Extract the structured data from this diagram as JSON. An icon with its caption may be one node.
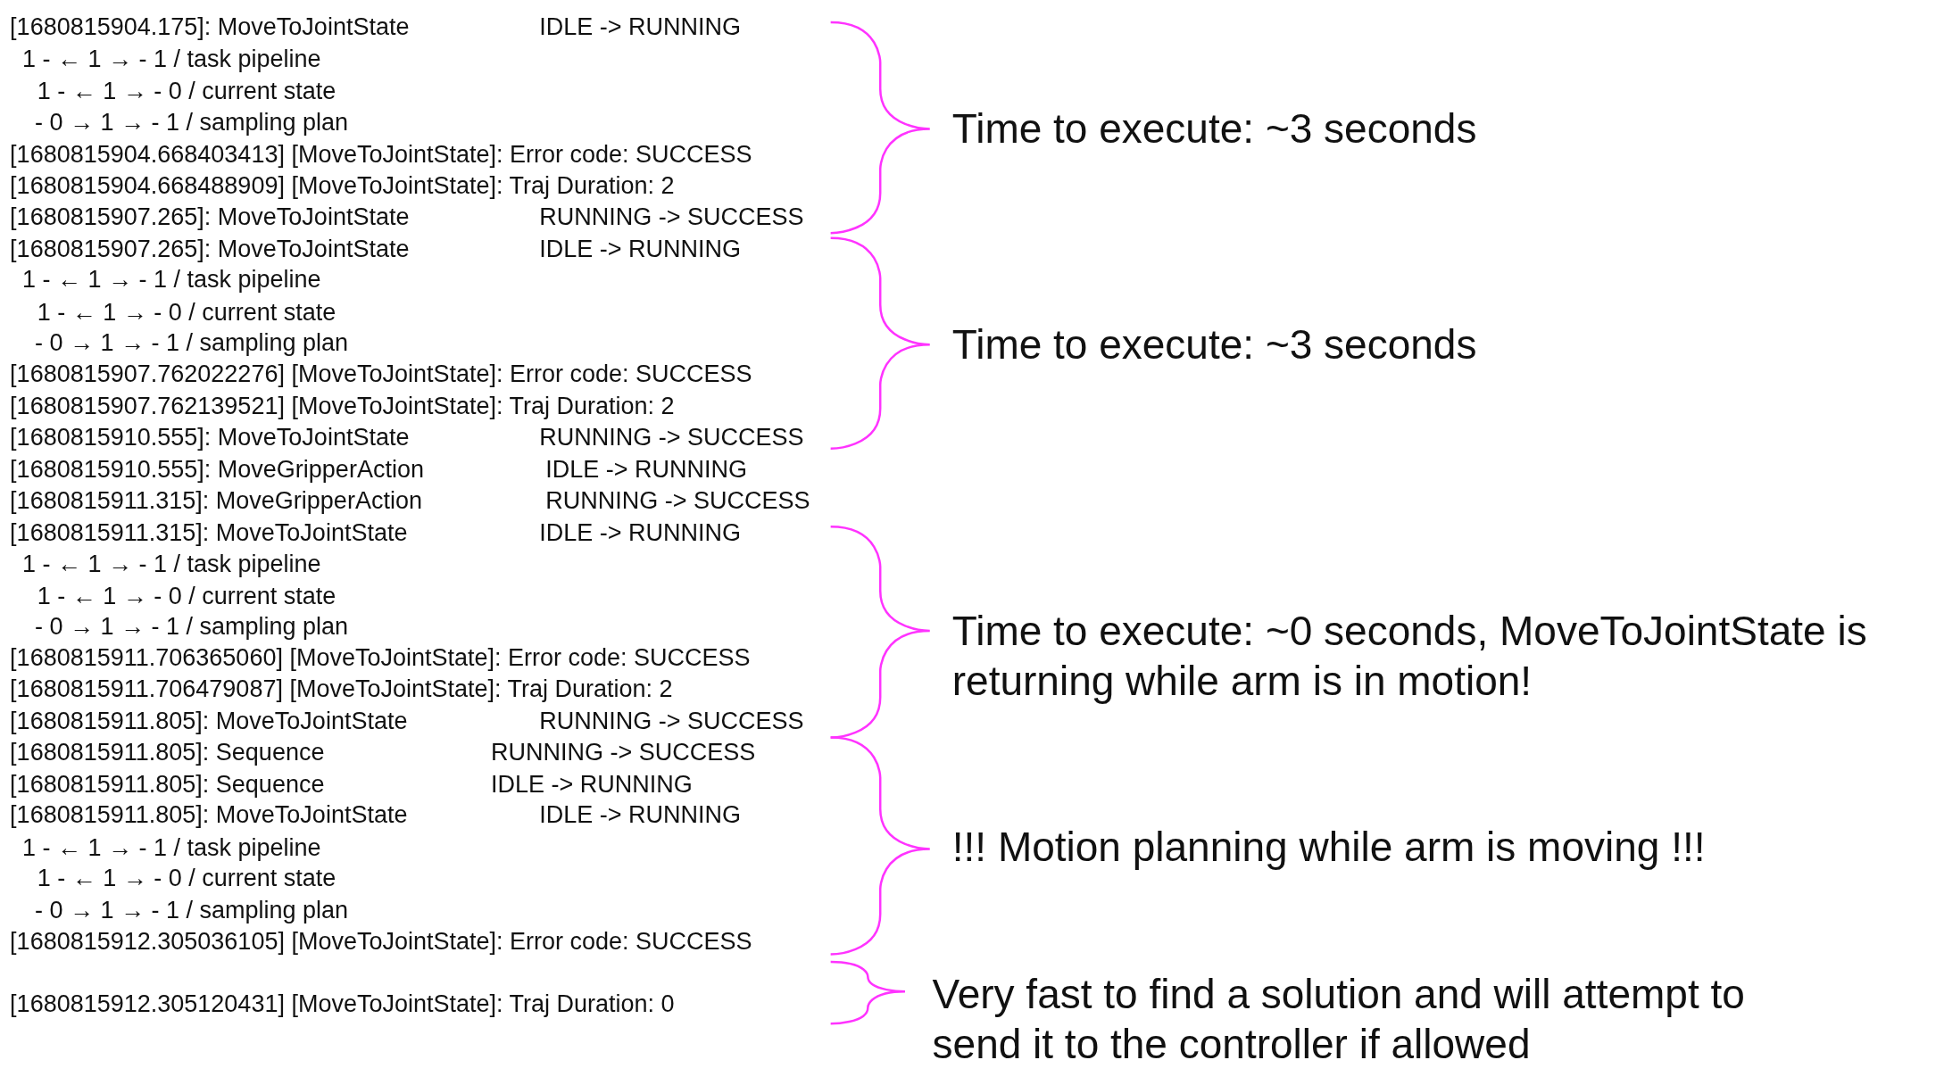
{
  "diagram": {
    "labels": [
      "[1680815904.175]: MoveToJointState",
      "IDLE -> RUNNING",
      "1 - ← 1 → - 1 / task pipeline",
      "1 - ← 1 → - 0 / current state",
      "- 0 → 1 → - 1 / sampling plan",
      "[1680815904.668403413] [MoveToJointState]: Error code: SUCCESS",
      "[1680815904.668488909] [MoveToJointState]: Traj Duration: 2",
      "[1680815907.265]: MoveToJointState",
      "RUNNING -> SUCCESS",
      "[1680815907.265]: MoveToJointState",
      "IDLE -> RUNNING",
      "1 - ← 1 → - 1 / task pipeline",
      "1 - ← 1 → - 0 / current state",
      "- 0 → 1 → - 1 / sampling plan",
      "[1680815907.762022276] [MoveToJointState]: Error code: SUCCESS",
      "[1680815907.762139521] [MoveToJointState]: Traj Duration: 2",
      "[1680815910.555]: MoveToJointState",
      "RUNNING -> SUCCESS",
      "[1680815910.555]: MoveGripperAction",
      "IDLE -> RUNNING",
      "[1680815911.315]: MoveGripperAction",
      "RUNNING -> SUCCESS",
      "[1680815911.315]: MoveToJointState",
      "IDLE -> RUNNING",
      "1 - ← 1 → - 1 / task pipeline",
      "1 - ← 1 → - 0 / current state",
      "- 0 → 1 → - 1 / sampling plan",
      "[1680815911.706365060] [MoveToJointState]: Error code: SUCCESS",
      "[1680815911.706479087] [MoveToJointState]: Traj Duration: 2",
      "[1680815911.805]: MoveToJointState",
      "RUNNING -> SUCCESS",
      "[1680815911.805]: Sequence",
      "RUNNING -> SUCCESS",
      "[1680815911.805]: Sequence",
      "IDLE -> RUNNING",
      "[1680815911.805]: MoveToJointState",
      "IDLE -> RUNNING",
      "1 - ← 1 → - 1 / task pipeline",
      "1 - ← 1 → - 0 / current state",
      "- 0 → 1 → - 1 / sampling plan",
      "[1680815912.305036105] [MoveToJointState]: Error code: SUCCESS",
      "[1680815912.305120431] [MoveToJointState]: Traj Duration: 0",
      "Time to execute: ~3 seconds",
      "Time to execute: ~3 seconds",
      "Time to execute: ~0 seconds, MoveToJointState is returning while arm is in motion!",
      "!!! Motion planning while arm is moving !!!",
      "Very fast to find a solution and will attempt to send it to the controller if allowed"
    ]
  }
}
